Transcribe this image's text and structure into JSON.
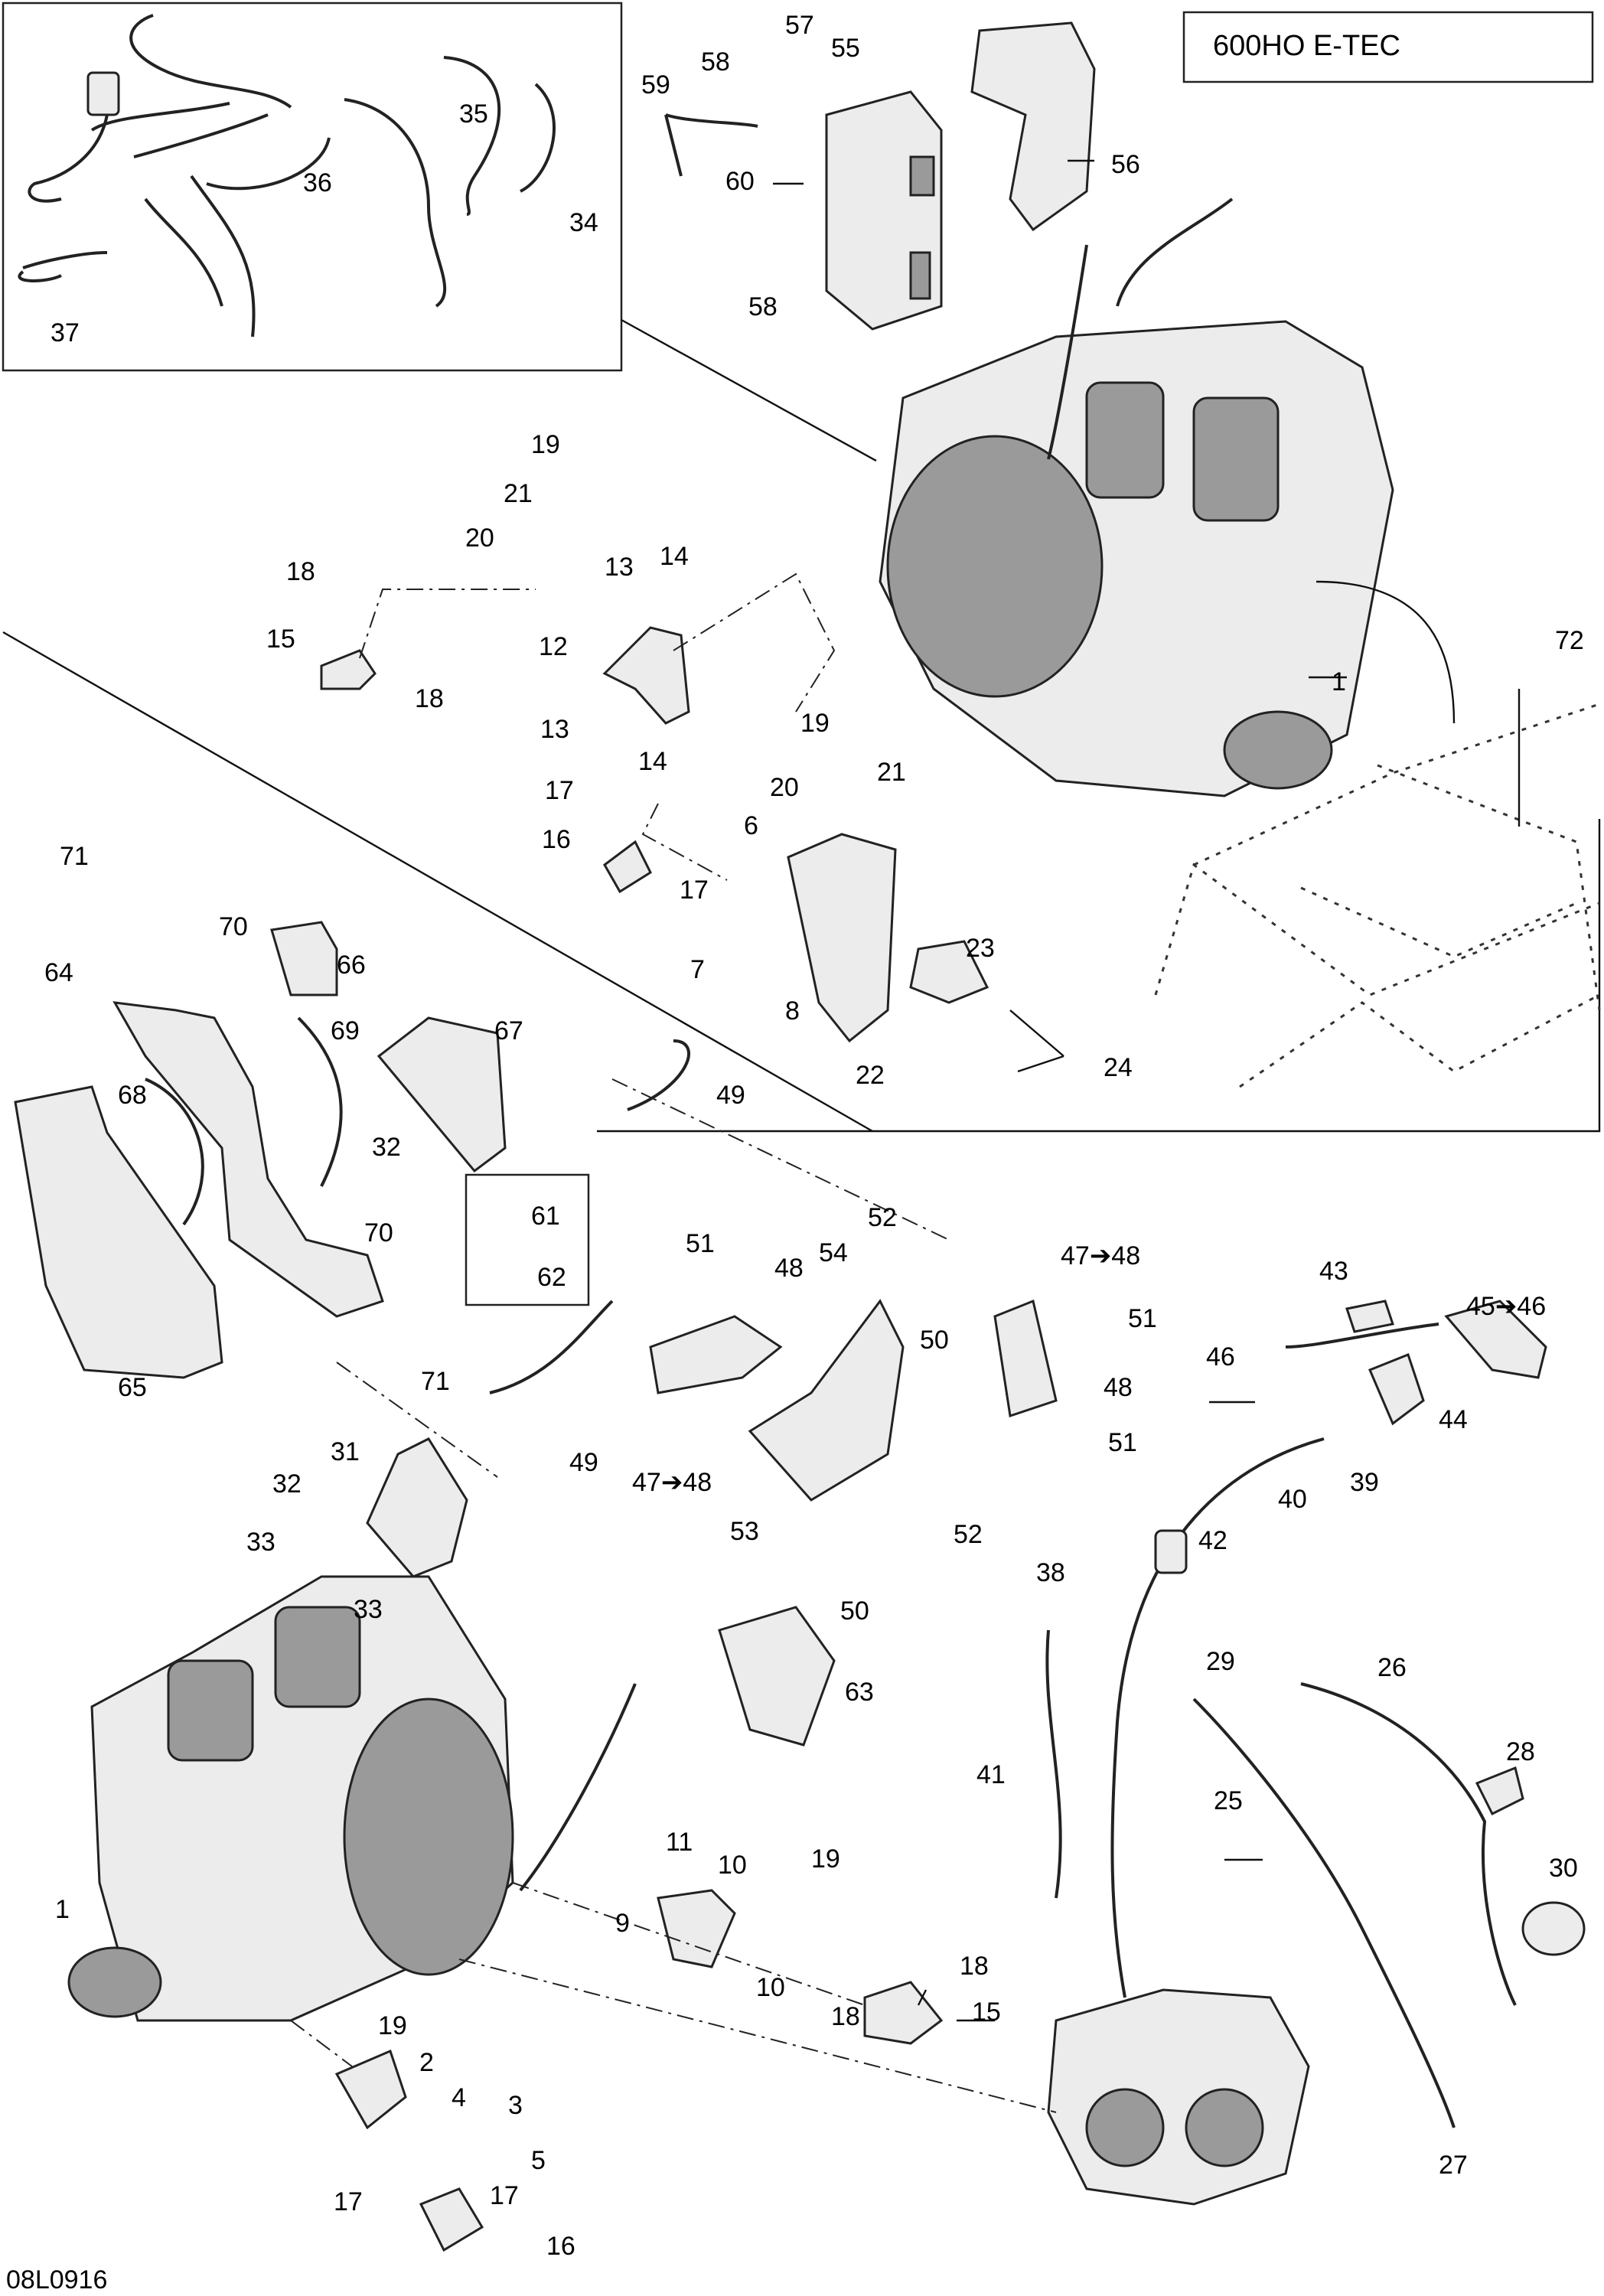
{
  "title_box": {
    "label": "600HO E-TEC"
  },
  "document_id": "08L0916",
  "callouts": [
    {
      "id": "c37",
      "text": "37"
    },
    {
      "id": "c36",
      "text": "36"
    },
    {
      "id": "c35",
      "text": "35"
    },
    {
      "id": "c34",
      "text": "34"
    },
    {
      "id": "c57",
      "text": "57"
    },
    {
      "id": "c55",
      "text": "55"
    },
    {
      "id": "c58a",
      "text": "58"
    },
    {
      "id": "c59",
      "text": "59"
    },
    {
      "id": "c60",
      "text": "60"
    },
    {
      "id": "c56",
      "text": "56"
    },
    {
      "id": "c58b",
      "text": "58"
    },
    {
      "id": "c19a",
      "text": "19"
    },
    {
      "id": "c21a",
      "text": "21"
    },
    {
      "id": "c20a",
      "text": "20"
    },
    {
      "id": "c13a",
      "text": "13"
    },
    {
      "id": "c14a",
      "text": "14"
    },
    {
      "id": "c18a",
      "text": "18"
    },
    {
      "id": "c15a",
      "text": "15"
    },
    {
      "id": "c12",
      "text": "12"
    },
    {
      "id": "c18b",
      "text": "18"
    },
    {
      "id": "c13b",
      "text": "13"
    },
    {
      "id": "c14b",
      "text": "14"
    },
    {
      "id": "c1a",
      "text": "1"
    },
    {
      "id": "c72",
      "text": "72"
    },
    {
      "id": "c19b",
      "text": "19"
    },
    {
      "id": "c20b",
      "text": "20"
    },
    {
      "id": "c21b",
      "text": "21"
    },
    {
      "id": "c17a",
      "text": "17"
    },
    {
      "id": "c16a",
      "text": "16"
    },
    {
      "id": "c17b",
      "text": "17"
    },
    {
      "id": "c6",
      "text": "6"
    },
    {
      "id": "c7",
      "text": "7"
    },
    {
      "id": "c8",
      "text": "8"
    },
    {
      "id": "c23",
      "text": "23"
    },
    {
      "id": "c22",
      "text": "22"
    },
    {
      "id": "c24",
      "text": "24"
    },
    {
      "id": "c71a",
      "text": "71"
    },
    {
      "id": "c70a",
      "text": "70"
    },
    {
      "id": "c66",
      "text": "66"
    },
    {
      "id": "c64",
      "text": "64"
    },
    {
      "id": "c69",
      "text": "69"
    },
    {
      "id": "c67",
      "text": "67"
    },
    {
      "id": "c68",
      "text": "68"
    },
    {
      "id": "c32a",
      "text": "32"
    },
    {
      "id": "c70b",
      "text": "70"
    },
    {
      "id": "c65",
      "text": "65"
    },
    {
      "id": "c71b",
      "text": "71"
    },
    {
      "id": "c61",
      "text": "61"
    },
    {
      "id": "c62",
      "text": "62"
    },
    {
      "id": "c49a",
      "text": "49"
    },
    {
      "id": "c49b",
      "text": "49"
    },
    {
      "id": "c51a",
      "text": "51"
    },
    {
      "id": "c48a",
      "text": "48"
    },
    {
      "id": "c54",
      "text": "54"
    },
    {
      "id": "c52a",
      "text": "52"
    },
    {
      "id": "c4748a",
      "text": "47➔48"
    },
    {
      "id": "c51b",
      "text": "51"
    },
    {
      "id": "c50a",
      "text": "50"
    },
    {
      "id": "c48b",
      "text": "48"
    },
    {
      "id": "c51c",
      "text": "51"
    },
    {
      "id": "c4748b",
      "text": "47➔48"
    },
    {
      "id": "c53",
      "text": "53"
    },
    {
      "id": "c52b",
      "text": "52"
    },
    {
      "id": "c50b",
      "text": "50"
    },
    {
      "id": "c43",
      "text": "43"
    },
    {
      "id": "c4546",
      "text": "45➔46"
    },
    {
      "id": "c46",
      "text": "46"
    },
    {
      "id": "c44",
      "text": "44"
    },
    {
      "id": "c40",
      "text": "40"
    },
    {
      "id": "c39",
      "text": "39"
    },
    {
      "id": "c42",
      "text": "42"
    },
    {
      "id": "c38",
      "text": "38"
    },
    {
      "id": "c31",
      "text": "31"
    },
    {
      "id": "c32b",
      "text": "32"
    },
    {
      "id": "c33a",
      "text": "33"
    },
    {
      "id": "c33b",
      "text": "33"
    },
    {
      "id": "c63",
      "text": "63"
    },
    {
      "id": "c29",
      "text": "29"
    },
    {
      "id": "c26",
      "text": "26"
    },
    {
      "id": "c41",
      "text": "41"
    },
    {
      "id": "c25",
      "text": "25"
    },
    {
      "id": "c28",
      "text": "28"
    },
    {
      "id": "c30",
      "text": "30"
    },
    {
      "id": "c11",
      "text": "11"
    },
    {
      "id": "c10a",
      "text": "10"
    },
    {
      "id": "c19c",
      "text": "19"
    },
    {
      "id": "c1b",
      "text": "1"
    },
    {
      "id": "c9",
      "text": "9"
    },
    {
      "id": "c10b",
      "text": "10"
    },
    {
      "id": "c18c",
      "text": "18"
    },
    {
      "id": "c18d",
      "text": "18"
    },
    {
      "id": "c15b",
      "text": "15"
    },
    {
      "id": "c19d",
      "text": "19"
    },
    {
      "id": "c2",
      "text": "2"
    },
    {
      "id": "c4",
      "text": "4"
    },
    {
      "id": "c3",
      "text": "3"
    },
    {
      "id": "c5",
      "text": "5"
    },
    {
      "id": "c17c",
      "text": "17"
    },
    {
      "id": "c17d",
      "text": "17"
    },
    {
      "id": "c16b",
      "text": "16"
    },
    {
      "id": "c27",
      "text": "27"
    }
  ]
}
